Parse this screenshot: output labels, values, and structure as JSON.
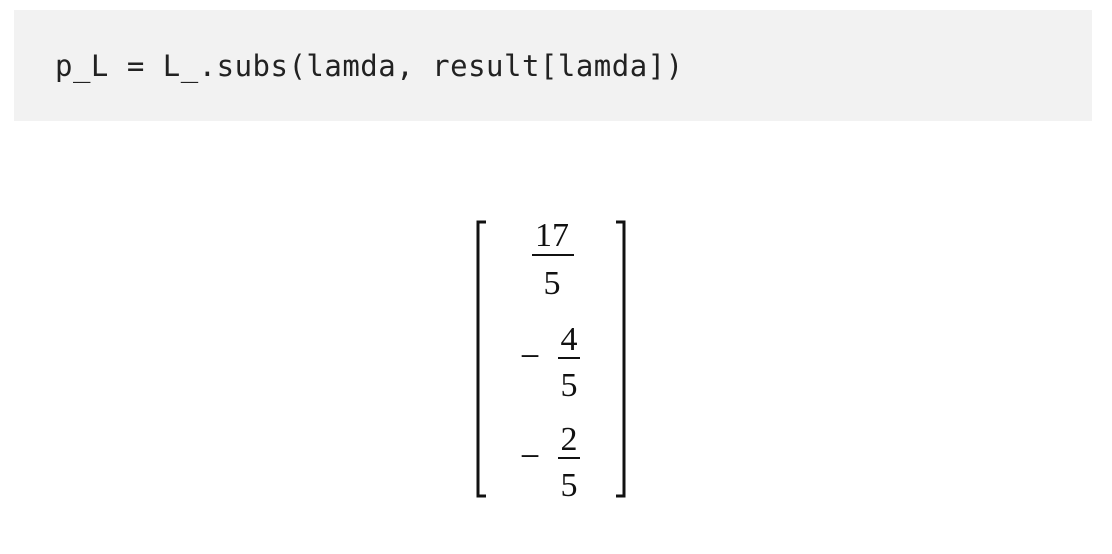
{
  "code_cell": {
    "source": "p_L = L_.subs(lamda, result[lamda])"
  },
  "output": {
    "matrix": [
      {
        "sign": "",
        "numerator": "17",
        "denominator": "5"
      },
      {
        "sign": "−",
        "numerator": "4",
        "denominator": "5"
      },
      {
        "sign": "−",
        "numerator": "2",
        "denominator": "5"
      }
    ],
    "colors": {
      "code_background": "#f2f2f2",
      "code_text": "#222222",
      "math_ink": "#111111"
    }
  }
}
